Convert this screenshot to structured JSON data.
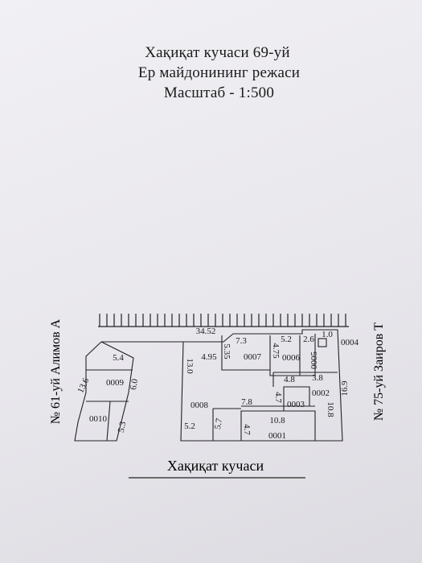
{
  "header": {
    "line1": "Хақиқат кучаси  69-уй",
    "line2": "Ер майдонининг режаси",
    "line3": "Масштаб - 1:500"
  },
  "parcels": [
    "0001",
    "0002",
    "0003",
    "0004",
    "0005",
    "0006",
    "0007",
    "0008",
    "0009",
    "0010"
  ],
  "dimensions": {
    "top": "34.52",
    "d_5_4": "5.4",
    "d_13_6": "13.6",
    "d_6_0": "6.0",
    "d_5_3": "5.3",
    "d_4_95": "4.95",
    "d_13_0": "13.0",
    "d_5_2_bottom": "5.2",
    "d_5_35": "5.35",
    "d_7_3": "7.3",
    "d_4_75": "4.75",
    "d_5_2_top": "5.2",
    "d_2_6": "2.6",
    "d_1_0": "1.0",
    "d_4_8": "4.8",
    "d_3_8": "3.8",
    "d_4_7_mid": "4.7",
    "d_7_8": "7.8",
    "d_5_7": "5.7",
    "d_4_7_low": "4.7",
    "d_10_8_h": "10.8",
    "d_10_8_v": "10.8",
    "d_16_9": "16.9"
  },
  "neighbors": {
    "left": "№ 61-уй Алимов А",
    "right": "№ 75-уй Заиров Т",
    "street": "Хақиқат  кучаси"
  }
}
